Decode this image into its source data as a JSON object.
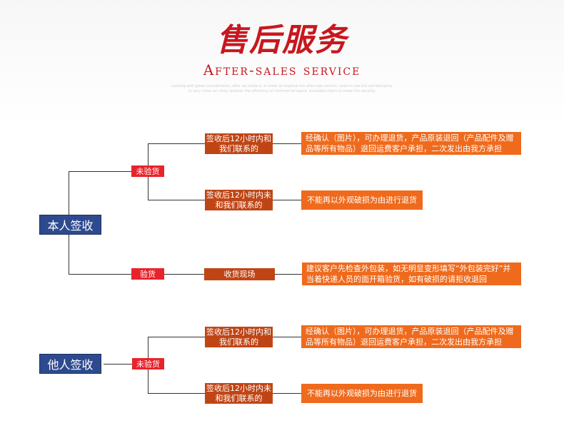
{
  "header": {
    "title": "售后服务",
    "subtitle": "After-sales service",
    "fine_print": "Looking with great consideration, after we make it, in order to improve the after-sale service, need to see the self-discipline to very close our shop updates the efficiency of commercial space, available chairs to make the security."
  },
  "flow": {
    "self": {
      "label": "本人签收",
      "unchecked": {
        "label": "未验货",
        "within": {
          "label": "签收后12小时内和我们联系的",
          "result": "经确认（图片），可办理退货，产品原装退回（产品配件及赠品等所有物品）退回运费客户承担，二次发出由我方承担"
        },
        "beyond": {
          "label": "签收后12小时内未和我们联系的",
          "result": "不能再以外观破损为由进行退货"
        }
      },
      "checked": {
        "label": "验货",
        "scene": {
          "label": "收货现场",
          "result": "建议客户先检查外包装，如无明显变形填写“外包装完好”并当着快递人员的面开箱验货，如有破损的请拒收退回"
        }
      }
    },
    "other": {
      "label": "他人签收",
      "unchecked": {
        "label": "未验货",
        "within": {
          "label": "签收后12小时内和我们联系的",
          "result": "经确认（图片），可办理退货，产品原装退回（产品配件及赠品等所有物品）退回运费客户承担，二次发出由我方承担"
        },
        "beyond": {
          "label": "签收后12小时内未和我们联系的",
          "result": "不能再以外观破损为由进行退货"
        }
      }
    }
  }
}
